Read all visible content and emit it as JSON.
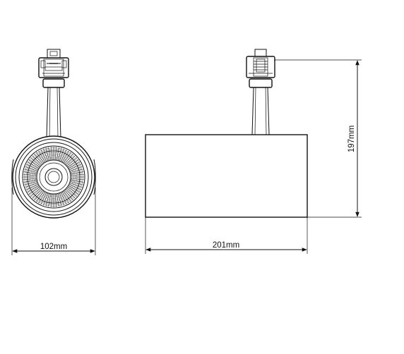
{
  "dimensions": {
    "front_width": "102mm",
    "side_width": "201mm",
    "side_height": "197mm"
  }
}
